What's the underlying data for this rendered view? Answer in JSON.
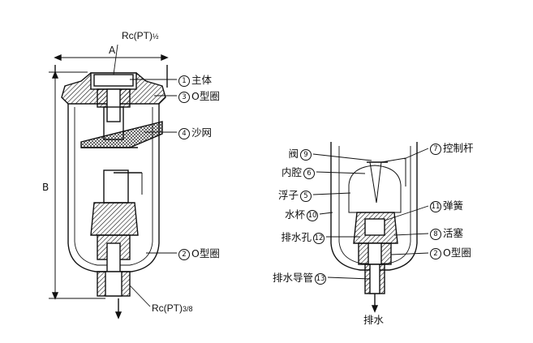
{
  "left_view": {
    "top_port": {
      "main": "Rc(PT)",
      "fraction": "½"
    },
    "bottom_port": {
      "main": "Rc(PT)",
      "fraction": "3/8"
    },
    "dim_a": "A",
    "dim_b": "B",
    "callouts": [
      {
        "num": "1",
        "text": "主体"
      },
      {
        "num": "3",
        "text": "O型圈"
      },
      {
        "num": "4",
        "text": "沙网"
      },
      {
        "num": "2",
        "text": "O型圈"
      }
    ]
  },
  "right_view": {
    "left_callouts": [
      {
        "text": "阀",
        "num": "9"
      },
      {
        "text": "内腔",
        "num": "6"
      },
      {
        "text": "浮子",
        "num": "5"
      },
      {
        "text": "水杯",
        "num": "10"
      },
      {
        "text": "排水孔",
        "num": "12"
      },
      {
        "text": "排水导管",
        "num": "13"
      }
    ],
    "right_callouts": [
      {
        "num": "7",
        "text": "控制杆"
      },
      {
        "num": "11",
        "text": "弹簧"
      },
      {
        "num": "8",
        "text": "活塞"
      },
      {
        "num": "2",
        "text": "O型圈"
      }
    ],
    "drain_label": "排水"
  }
}
